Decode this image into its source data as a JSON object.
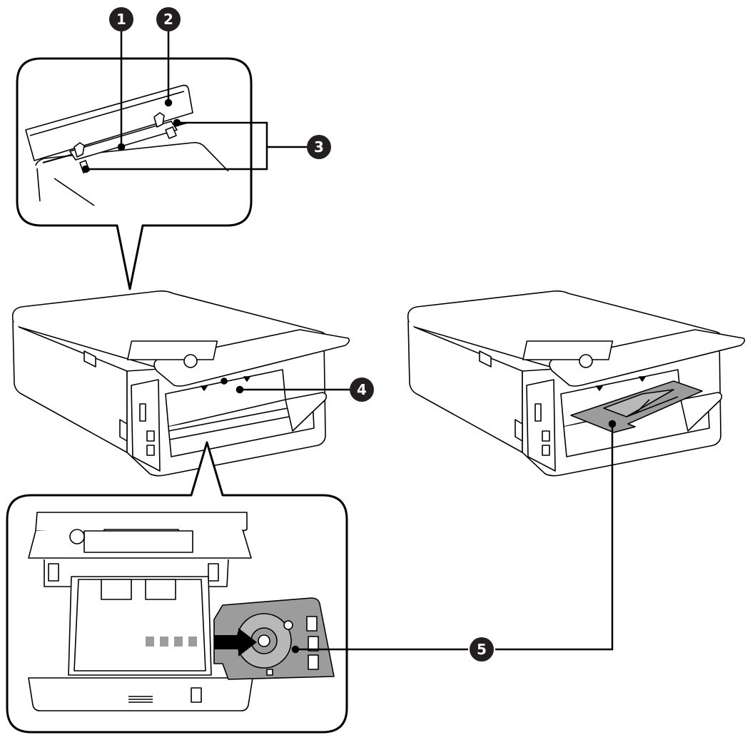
{
  "callouts": [
    {
      "id": 1,
      "label": "1"
    },
    {
      "id": 2,
      "label": "2"
    },
    {
      "id": 3,
      "label": "3"
    },
    {
      "id": 4,
      "label": "4"
    },
    {
      "id": 5,
      "label": "5"
    }
  ],
  "colors": {
    "line": "#000000",
    "callout_fill": "#231f20",
    "tray_gray": "#9c9c9c",
    "light_gray": "#d9d9d9",
    "background": "#ffffff"
  }
}
